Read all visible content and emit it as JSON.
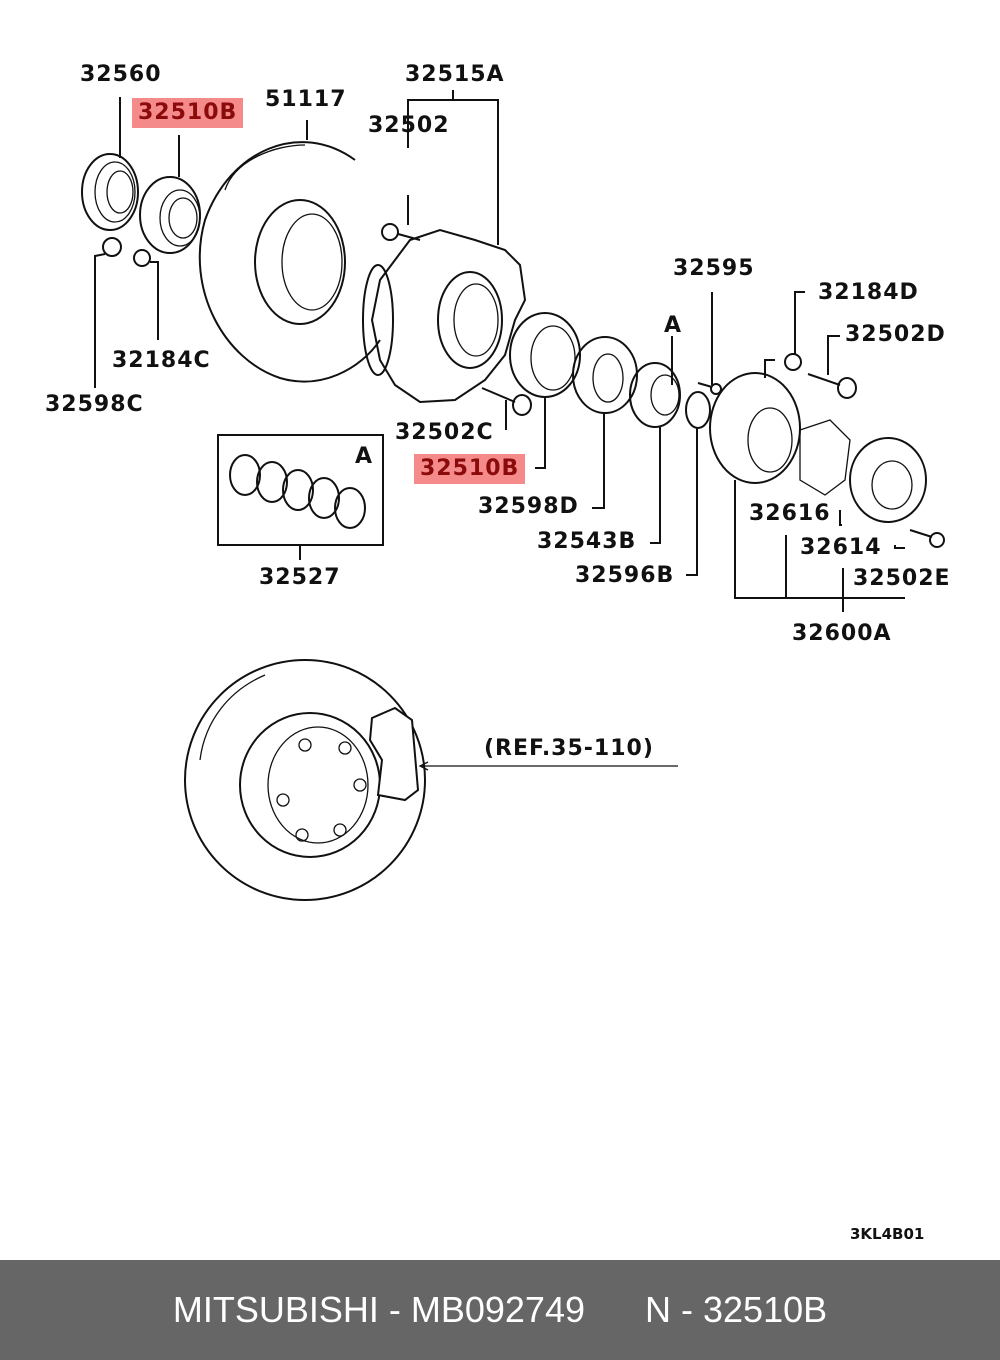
{
  "diagram": {
    "title": "Front Axle Hub & Disc Brake Rotor - Exploded Parts Diagram",
    "drawing_code": "3KL4B01",
    "highlight_color": "#f48a8a",
    "highlight_text_color": "#8b0a0a",
    "callouts": [
      {
        "id": "c-32560",
        "part_no": "32560",
        "highlighted": false
      },
      {
        "id": "c-32510b-top",
        "part_no": "32510B",
        "highlighted": true
      },
      {
        "id": "c-51117",
        "part_no": "51117",
        "highlighted": false
      },
      {
        "id": "c-32515a",
        "part_no": "32515A",
        "highlighted": false
      },
      {
        "id": "c-32502",
        "part_no": "32502",
        "highlighted": false
      },
      {
        "id": "c-32184c",
        "part_no": "32184C",
        "highlighted": false
      },
      {
        "id": "c-32598c",
        "part_no": "32598C",
        "highlighted": false
      },
      {
        "id": "c-32595",
        "part_no": "32595",
        "highlighted": false
      },
      {
        "id": "c-32184d",
        "part_no": "32184D",
        "highlighted": false
      },
      {
        "id": "c-32502d",
        "part_no": "32502D",
        "highlighted": false
      },
      {
        "id": "c-a-top",
        "part_no": "A",
        "highlighted": false
      },
      {
        "id": "c-32502c",
        "part_no": "32502C",
        "highlighted": false
      },
      {
        "id": "c-32510b-mid",
        "part_no": "32510B",
        "highlighted": true
      },
      {
        "id": "c-32598d",
        "part_no": "32598D",
        "highlighted": false
      },
      {
        "id": "c-32543b",
        "part_no": "32543B",
        "highlighted": false
      },
      {
        "id": "c-32596b",
        "part_no": "32596B",
        "highlighted": false
      },
      {
        "id": "c-32616",
        "part_no": "32616",
        "highlighted": false
      },
      {
        "id": "c-32614",
        "part_no": "32614",
        "highlighted": false
      },
      {
        "id": "c-32502e",
        "part_no": "32502E",
        "highlighted": false
      },
      {
        "id": "c-32600a",
        "part_no": "32600A",
        "highlighted": false
      },
      {
        "id": "c-32527",
        "part_no": "32527",
        "highlighted": false
      },
      {
        "id": "c-a-box",
        "part_no": "A",
        "highlighted": false
      }
    ],
    "reference_note": "(REF.35-110)"
  },
  "footer": {
    "brand": "MITSUBISHI",
    "separator": " - ",
    "part_number": "MB092749",
    "position_prefix": "N",
    "position_code": "32510B"
  }
}
